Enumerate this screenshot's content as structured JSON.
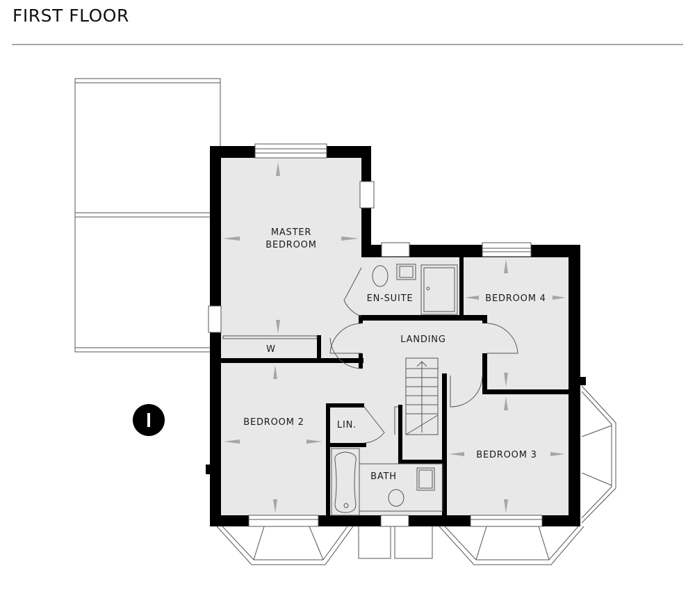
{
  "header": {
    "title": "FIRST FLOOR"
  },
  "plan": {
    "floor_marker": "1",
    "colors": {
      "wall": "#000000",
      "room_fill": "#e8e8e8",
      "arrow": "#a6a6a6",
      "line": "#555555",
      "rule": "#a8a8a8"
    },
    "rooms": [
      {
        "id": "master",
        "line1": "MASTER",
        "line2": "BEDROOM"
      },
      {
        "id": "ensuite",
        "label": "EN-SUITE"
      },
      {
        "id": "bed4",
        "label": "BEDROOM 4"
      },
      {
        "id": "landing",
        "label": "LANDING"
      },
      {
        "id": "wardrobe",
        "label": "W"
      },
      {
        "id": "bed2",
        "label": "BEDROOM 2"
      },
      {
        "id": "linen",
        "label": "LIN."
      },
      {
        "id": "bath",
        "label": "BATH"
      },
      {
        "id": "bed3",
        "label": "BEDROOM 3"
      }
    ]
  }
}
